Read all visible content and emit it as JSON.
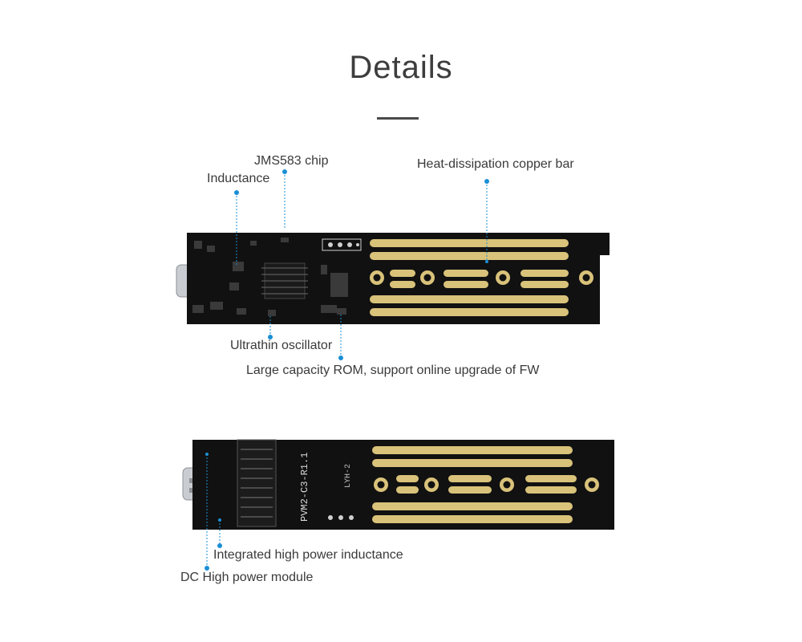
{
  "header": {
    "title": "Details"
  },
  "top_board": {
    "callouts": {
      "jms583_chip": "JMS583 chip",
      "inductance": "Inductance",
      "heat_bar": "Heat-dissipation copper bar",
      "oscillator": "Ultrathin oscillator",
      "rom": "Large capacity ROM, support online upgrade of FW"
    }
  },
  "bottom_board": {
    "callouts": {
      "hp_inductance": "Integrated high power inductance",
      "dc_module": "DC High power module"
    },
    "silkscreen": {
      "model": "PVM2-C3-R1.1",
      "rev": "LYH-2"
    }
  },
  "colors": {
    "pcb": "#101010",
    "gold": "#d9c27a",
    "callout": "#1a8fd6",
    "text": "#3a3a3a"
  }
}
